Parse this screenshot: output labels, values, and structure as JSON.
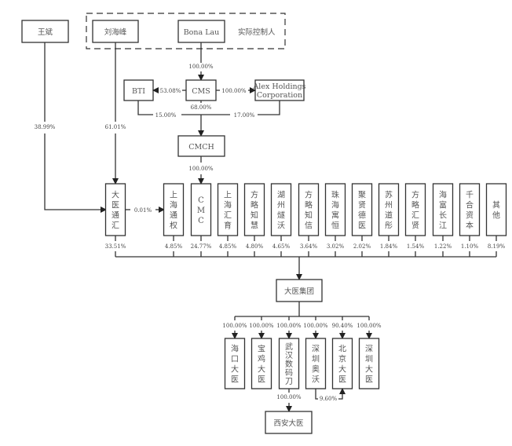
{
  "controller_group_label": "实际控制人",
  "nodes": {
    "wang_bin": "王斌",
    "liu_haifeng": "刘海峰",
    "bona_lau": "Bona Lau",
    "bti": "BTI",
    "cms": "CMS",
    "alex": [
      "Alex Holdings",
      "Corporation"
    ],
    "cmch": "CMCH",
    "group": "大医集团",
    "xian": "西安大医"
  },
  "edges": {
    "bona_to_cms": "100.00%",
    "cms_to_bti": "53.08%",
    "cms_to_alex": "100.00%",
    "cms_to_cmch": "68.00%",
    "bti_to_cmch": "15.00%",
    "alex_to_cmch": "17.00%",
    "wang_to_dytn": "38.99%",
    "liu_to_dytn": "61.01%",
    "cmch_to_cmc": "100.00%",
    "dytn_to_shtq": "0.01%",
    "wuhan_to_xian": "100.00%",
    "shenzhen_aowo_to_beijing": "9.60%"
  },
  "shareholders": [
    {
      "name": "大医通汇",
      "pct": "33.51%"
    },
    {
      "name": "上海通权",
      "pct": "4.85%"
    },
    {
      "name": "CMC",
      "pct": "24.77%"
    },
    {
      "name": "上海汇育",
      "pct": "4.85%"
    },
    {
      "name": "方略知慧",
      "pct": "4.80%"
    },
    {
      "name": "湖州燧沃",
      "pct": "4.65%"
    },
    {
      "name": "方略知信",
      "pct": "3.64%"
    },
    {
      "name": "珠海寓恒",
      "pct": "3.02%"
    },
    {
      "name": "聚贤德医",
      "pct": "2.02%"
    },
    {
      "name": "苏州道彤",
      "pct": "1.84%"
    },
    {
      "name": "方略汇贤",
      "pct": "1.54%"
    },
    {
      "name": "海富长江",
      "pct": "1.22%"
    },
    {
      "name": "千合资本",
      "pct": "1.10%"
    },
    {
      "name": "其他",
      "pct": "8.19%"
    }
  ],
  "subsidiaries": [
    {
      "name": "海口大医",
      "pct": "100.00%"
    },
    {
      "name": "宝鸡大医",
      "pct": "100.00%"
    },
    {
      "name": "武汉数码刀",
      "pct": "100.00%"
    },
    {
      "name": "深圳奥沃",
      "pct": "100.00%"
    },
    {
      "name": "北京大医",
      "pct": "90.40%"
    },
    {
      "name": "深圳大医",
      "pct": "100.00%"
    }
  ]
}
